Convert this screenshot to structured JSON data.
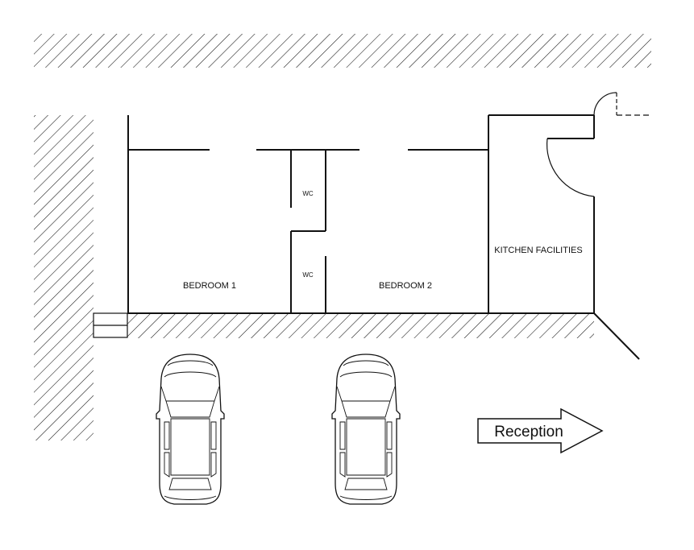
{
  "rooms": {
    "bedroom1": "BEDROOM 1",
    "bedroom2": "BEDROOM 2",
    "wc_upper": "WC",
    "wc_lower": "WC",
    "kitchen": "KITCHEN FACILITIES"
  },
  "signs": {
    "reception": "Reception"
  },
  "icons": {
    "car": "car-top-view-icon",
    "arrow": "right-arrow-icon",
    "door": "door-swing-icon"
  },
  "colors": {
    "line": "#111111",
    "background": "#ffffff"
  }
}
